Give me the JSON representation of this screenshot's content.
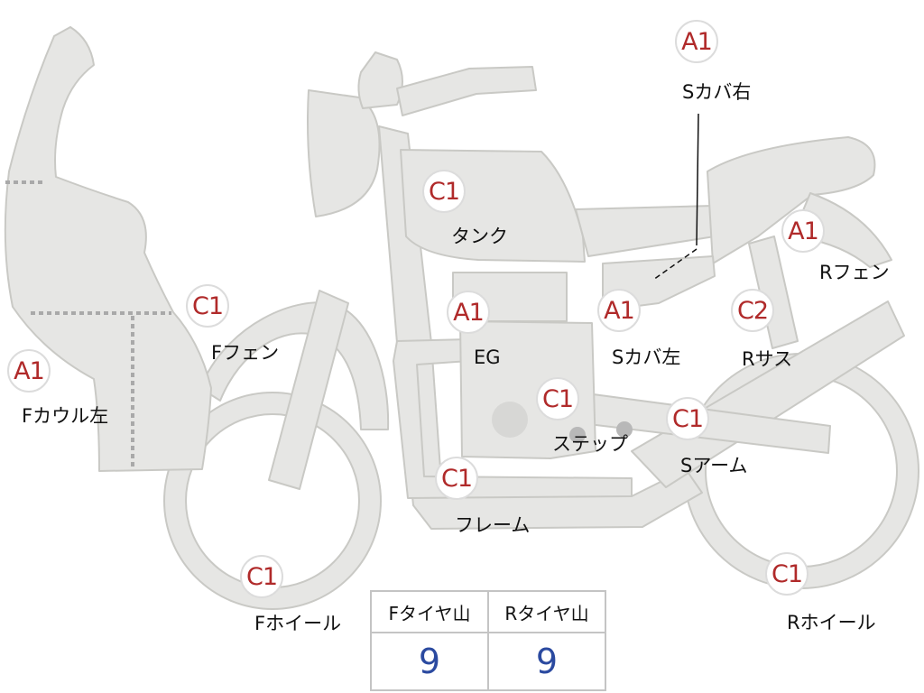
{
  "labels": [
    {
      "id": "f-cowl-left",
      "grade": "A1",
      "name": "Fカウル左"
    },
    {
      "id": "f-fender",
      "grade": "C1",
      "name": "Fフェン"
    },
    {
      "id": "f-wheel",
      "grade": "C1",
      "name": "Fホイール"
    },
    {
      "id": "tank",
      "grade": "C1",
      "name": "タンク"
    },
    {
      "id": "engine",
      "grade": "A1",
      "name": "EG"
    },
    {
      "id": "step",
      "grade": "C1",
      "name": "ステップ"
    },
    {
      "id": "frame",
      "grade": "C1",
      "name": "フレーム"
    },
    {
      "id": "side-cover-left",
      "grade": "A1",
      "name": "Sカバ左"
    },
    {
      "id": "side-cover-right",
      "grade": "A1",
      "name": "Sカバ右"
    },
    {
      "id": "r-fender",
      "grade": "A1",
      "name": "Rフェン"
    },
    {
      "id": "r-suspension",
      "grade": "C2",
      "name": "Rサス"
    },
    {
      "id": "swing-arm",
      "grade": "C1",
      "name": "Sアーム"
    },
    {
      "id": "r-wheel",
      "grade": "C1",
      "name": "Rホイール"
    }
  ],
  "tread_table": {
    "headers": [
      "Fタイヤ山",
      "Rタイヤ山"
    ],
    "values": [
      "9",
      "9"
    ]
  },
  "colors": {
    "part_fill": "#e6e6e4",
    "part_outline": "#c9c9c5",
    "grade_text": "#b02a2a",
    "tread_value": "#2b4aa0"
  }
}
